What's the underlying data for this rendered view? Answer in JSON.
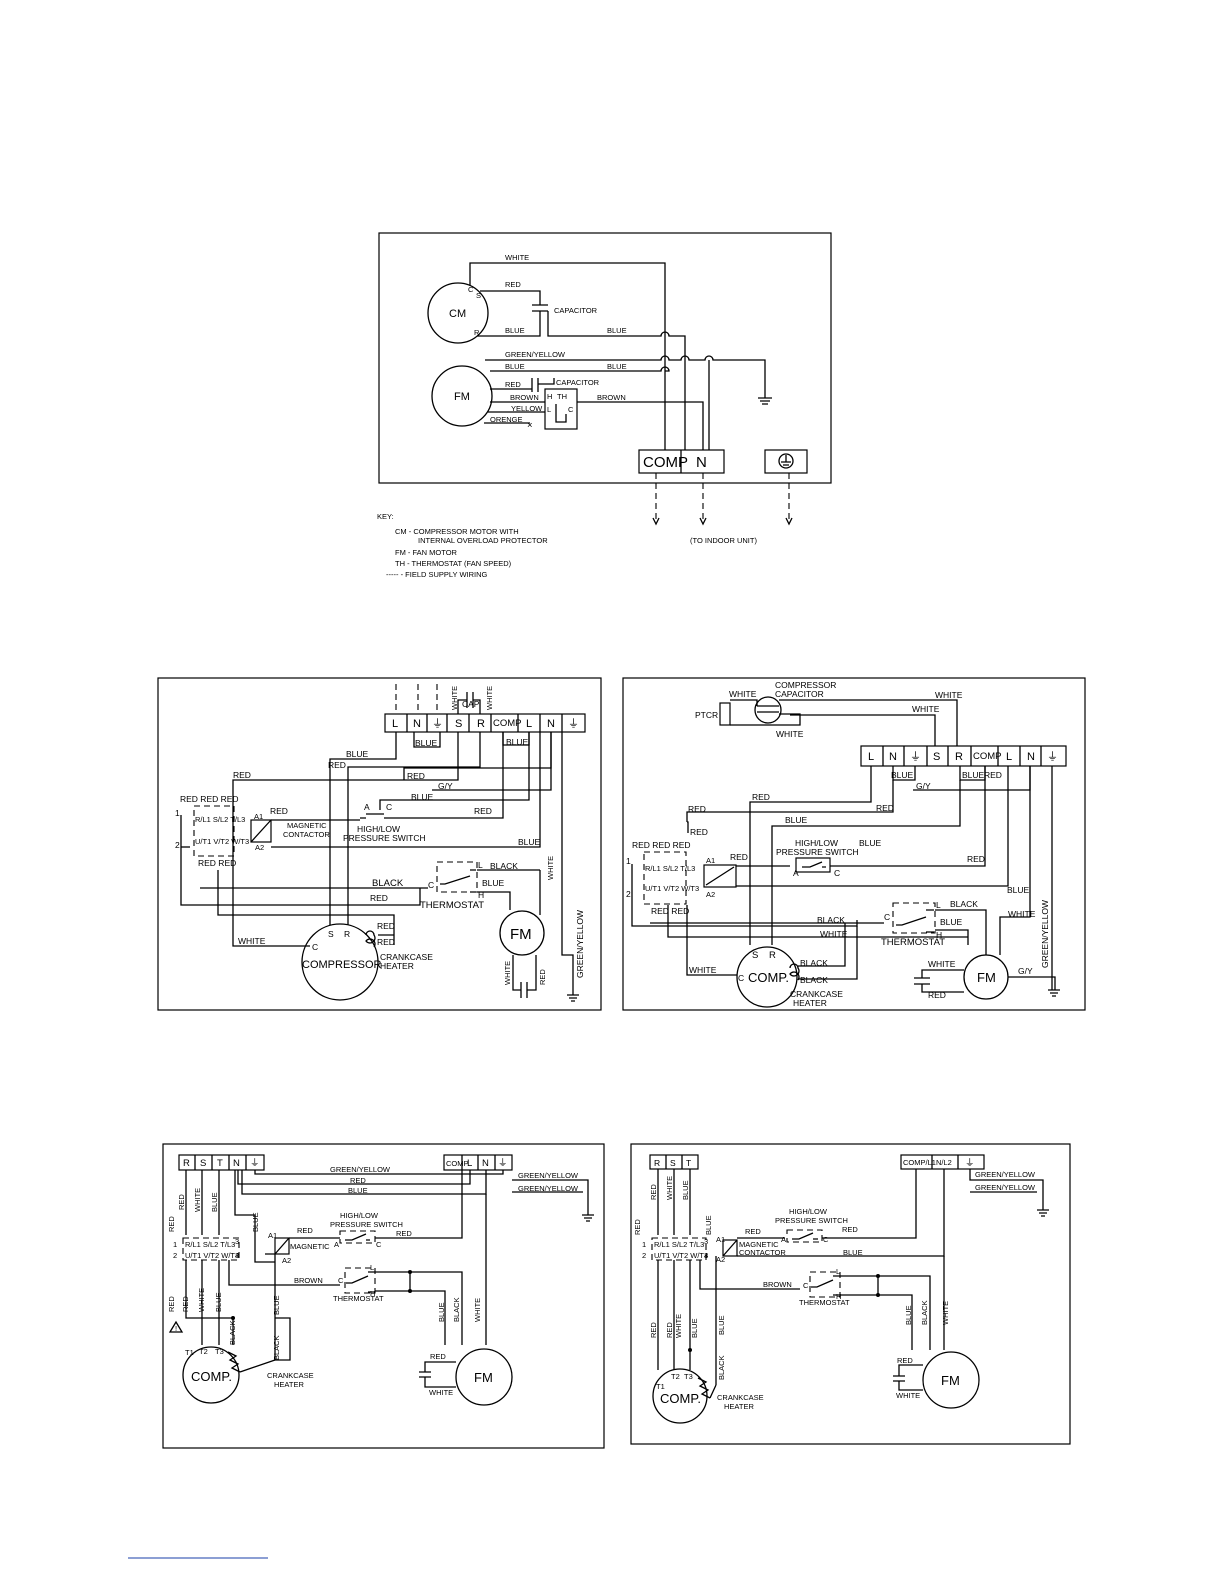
{
  "top_diagram": {
    "wires": {
      "white": "WHITE",
      "red": "RED",
      "blue": "BLUE",
      "blue2": "BLUE",
      "gy": "GREEN/YELLOW",
      "blue3": "BLUE",
      "blue4": "BLUE",
      "red2": "RED",
      "brown": "BROWN",
      "brown2": "BROWN",
      "yellow": "YELLOW",
      "orange": "ORENGE"
    },
    "motors": {
      "cm": "CM",
      "fm": "FM"
    },
    "pins": {
      "c": "C",
      "s": "S",
      "r": "R",
      "h": "H",
      "c2": "C",
      "l": "L",
      "th": "TH"
    },
    "capacitor1": "CAPACITOR",
    "capacitor2": "CAPACITOR",
    "terminals": {
      "comp": "COMP",
      "n": "N"
    },
    "to_indoor": "(TO INDOOR UNIT)",
    "key": {
      "title": "KEY:",
      "cm1": "CM  - COMPRESSOR MOTOR WITH",
      "cm2": "INTERNAL OVERLOAD PROTECTOR",
      "fm": "FM  - FAN MOTOR",
      "th": "TH  - THERMOSTAT (FAN SPEED)",
      "field": "-----  - FIELD SUPPLY WIRING"
    }
  },
  "mid_left": {
    "terminals": [
      "L",
      "N",
      "⏚",
      "S",
      "R",
      "COMP",
      "L",
      "N",
      "⏚"
    ],
    "cap": "CAP",
    "white_a": "WHITE",
    "white_b": "WHITE",
    "blue_a": "BLUE",
    "blue_b": "BLUE",
    "blue_c": "BLUE",
    "blue_d": "BLUE",
    "blue_e": "BLUE",
    "blue_f": "BLUE",
    "red_a": "RED",
    "red_b": "RED",
    "red_c": "RED",
    "red_d": "RED",
    "red_e": "RED",
    "red_f": "RED",
    "red_g": "RED",
    "red_h": "RED",
    "gy": "G/Y",
    "reds_top": "RED RED RED",
    "contacts_top": "R/L1 S/L2 T/L3",
    "contacts_bot": "U/T1 V/T2 W/T3",
    "reds_bot": "RED RED",
    "n1": "1",
    "n2": "2",
    "a1": "A1",
    "a2": "A2",
    "contactor": "MAGNETIC\nCONTACTOR",
    "contactor1": "MAGNETIC",
    "contactor2": "CONTACTOR",
    "ac_a": "A",
    "ac_c": "C",
    "pressure1": "HIGH/LOW",
    "pressure2": "PRESSURE SWITCH",
    "black": "BLACK",
    "black2": "BLACK",
    "l": "L",
    "h": "H",
    "c": "C",
    "thermostat": "THERMOSTAT",
    "white_comp": "WHITE",
    "white_fm": "WHITE",
    "red_fm": "RED",
    "comp_c": "C",
    "comp_s": "S",
    "comp_r": "R",
    "compressor": "COMPRESSOR",
    "crankcase1": "CRANKCASE",
    "crankcase2": "HEATER",
    "fm": "FM",
    "green_yellow": "GREEN/YELLOW"
  },
  "mid_right": {
    "comp_cap1": "COMPRESSOR",
    "comp_cap2": "CAPACITOR",
    "white_a": "WHITE",
    "white_b": "WHITE",
    "white_c": "WHITE",
    "white_d": "WHITE",
    "ptcr": "PTCR",
    "terminals": [
      "L",
      "N",
      "⏚",
      "S",
      "R",
      "COMP",
      "L",
      "N",
      "⏚"
    ],
    "blue_a": "BLUE",
    "blue_b": "BLUE",
    "blue_c": "BLUE",
    "blue_d": "BLUE",
    "blue_e": "BLUE",
    "blue_f": "BLUE",
    "red_a": "RED",
    "red_b": "RED",
    "red_c": "RED",
    "red_d": "RED",
    "red_e": "RED",
    "red_f": "RED",
    "gy": "G/Y",
    "reds_top": "RED RED RED",
    "contacts_top": "R/L1 S/L2 T/L3",
    "contacts_bot": "U/T1 V/T2 W/T3",
    "reds_bot": "RED RED",
    "n1": "1",
    "n2": "2",
    "a1": "A1",
    "a2": "A2",
    "pressure1": "HIGH/LOW",
    "pressure2": "PRESSURE SWITCH",
    "ac_a": "A",
    "ac_c": "C",
    "black_a": "BLACK",
    "black_b": "BLACK",
    "black_c": "BLACK",
    "black_d": "BLACK",
    "white_e": "WHITE",
    "white_f": "WHITE",
    "white_g": "WHITE",
    "white_h": "WHITE",
    "c": "C",
    "l": "L",
    "h": "H",
    "thermostat": "THERMOSTAT",
    "comp_s": "S",
    "comp_r": "R",
    "comp_c": "C",
    "comp": "COMP.",
    "crankcase1": "CRANKCASE",
    "crankcase2": "HEATER",
    "fm": "FM",
    "gy2": "G/Y",
    "red_fm": "RED",
    "green_yellow": "GREEN/YELLOW"
  },
  "bot_left": {
    "terminals": [
      "R",
      "S",
      "T",
      "N",
      "⏚"
    ],
    "terminals2": [
      "COMP",
      "L",
      "N",
      "⏚"
    ],
    "gy_a": "GREEN/YELLOW",
    "red_a": "RED",
    "blue_a": "BLUE",
    "gy_b": "GREEN/YELLOW",
    "gy_c": "GREEN/YELLOW",
    "red_v": "RED",
    "white_v": "WHITE",
    "blue_v": "BLUE",
    "blue_v2": "BLUE",
    "red_v2": "RED",
    "red_v3": "RED",
    "white_v2": "WHITE",
    "blue_v3": "BLUE",
    "pressure1": "HIGH/LOW",
    "pressure2": "PRESSURE SWITCH",
    "red_b": "RED",
    "red_c": "RED",
    "ac_a": "A",
    "ac_c": "C",
    "contacts_top": "R/L1 S/L2 T/L3",
    "contacts_bot": "U/T1 V/T2 W/T3",
    "n1": "1",
    "n2": "2",
    "n3": "3",
    "n4": "4",
    "a1": "A1",
    "a2": "A2",
    "magnetic": "MAGNETIC",
    "brown": "BROWN",
    "c": "C",
    "l": "L",
    "h": "H",
    "thermostat": "THERMOSTAT",
    "blue_fm": "BLUE",
    "black_fm": "BLACK",
    "white_fm": "WHITE",
    "black_v": "BLACK",
    "black_v2": "BLACK",
    "blue_v4": "BLUE",
    "warn": "!",
    "t1": "T1",
    "t2": "T2",
    "t3": "T3",
    "comp": "COMP.",
    "crankcase1": "CRANKCASE",
    "crankcase2": "HEATER",
    "red_cap": "RED",
    "white_cap": "WHITE",
    "fm": "FM"
  },
  "bot_right": {
    "terminals": [
      "R",
      "S",
      "T"
    ],
    "terminals2": [
      "COMP/L1",
      "N/L2",
      "⏚"
    ],
    "gy_a": "GREEN/YELLOW",
    "gy_b": "GREEN/YELLOW",
    "red_v": "RED",
    "red_v1": "RED",
    "white_v": "WHITE",
    "blue_v": "BLUE",
    "blue_v2": "BLUE",
    "pressure1": "HIGH/LOW",
    "pressure2": "PRESSURE SWITCH",
    "red_b": "RED",
    "red_c": "RED",
    "blue_b": "BLUE",
    "ac_a": "A",
    "ac_c": "C",
    "contacts_top": "R/L1 S/L2 T/L3",
    "contacts_bot": "U/T1 V/T2 W/T3",
    "n1": "1",
    "n2": "2",
    "n3": "3",
    "n4": "4",
    "a1": "A1",
    "a2": "A2",
    "contactor1": "MAGNETIC",
    "contactor2": "CONTACTOR",
    "brown": "BROWN",
    "c": "C",
    "l": "L",
    "h": "H",
    "thermostat": "THERMOSTAT",
    "blue_fm": "BLUE",
    "black_fm": "BLACK",
    "white_fm": "WHITE",
    "red_v2": "RED",
    "red_v3": "RED",
    "white_v2": "WHITE",
    "blue_v3": "BLUE",
    "blue_v4": "BLUE",
    "black_v": "BLACK",
    "t1": "T1",
    "t2": "T2",
    "t3": "T3",
    "comp": "COMP.",
    "crankcase1": "CRANKCASE",
    "crankcase2": "HEATER",
    "red_cap": "RED",
    "white_cap": "WHITE",
    "fm": "FM"
  }
}
